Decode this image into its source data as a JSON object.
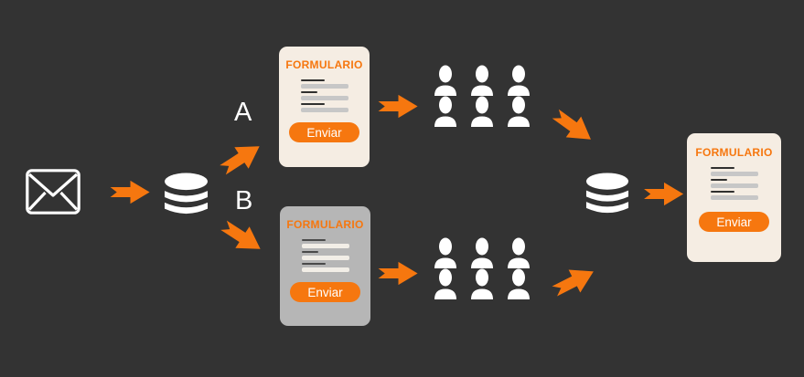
{
  "colors": {
    "background": "#333333",
    "accent": "#F6770F",
    "card_cream": "#F5EDE3",
    "card_gray": "#B6B6B6",
    "white": "#FFFFFF"
  },
  "icons": {
    "source": "envelope-icon",
    "storage": "database-icon",
    "audience_member": "person-icon",
    "connector": "arrow-icon"
  },
  "flow": {
    "branch_a": {
      "label": "A",
      "form": {
        "title": "FORMULARIO",
        "submit_label": "Enviar"
      },
      "audience_count": 6
    },
    "branch_b": {
      "label": "B",
      "form": {
        "title": "FORMULARIO",
        "submit_label": "Enviar"
      },
      "audience_count": 6
    },
    "result_form": {
      "title": "FORMULARIO",
      "submit_label": "Enviar"
    }
  }
}
